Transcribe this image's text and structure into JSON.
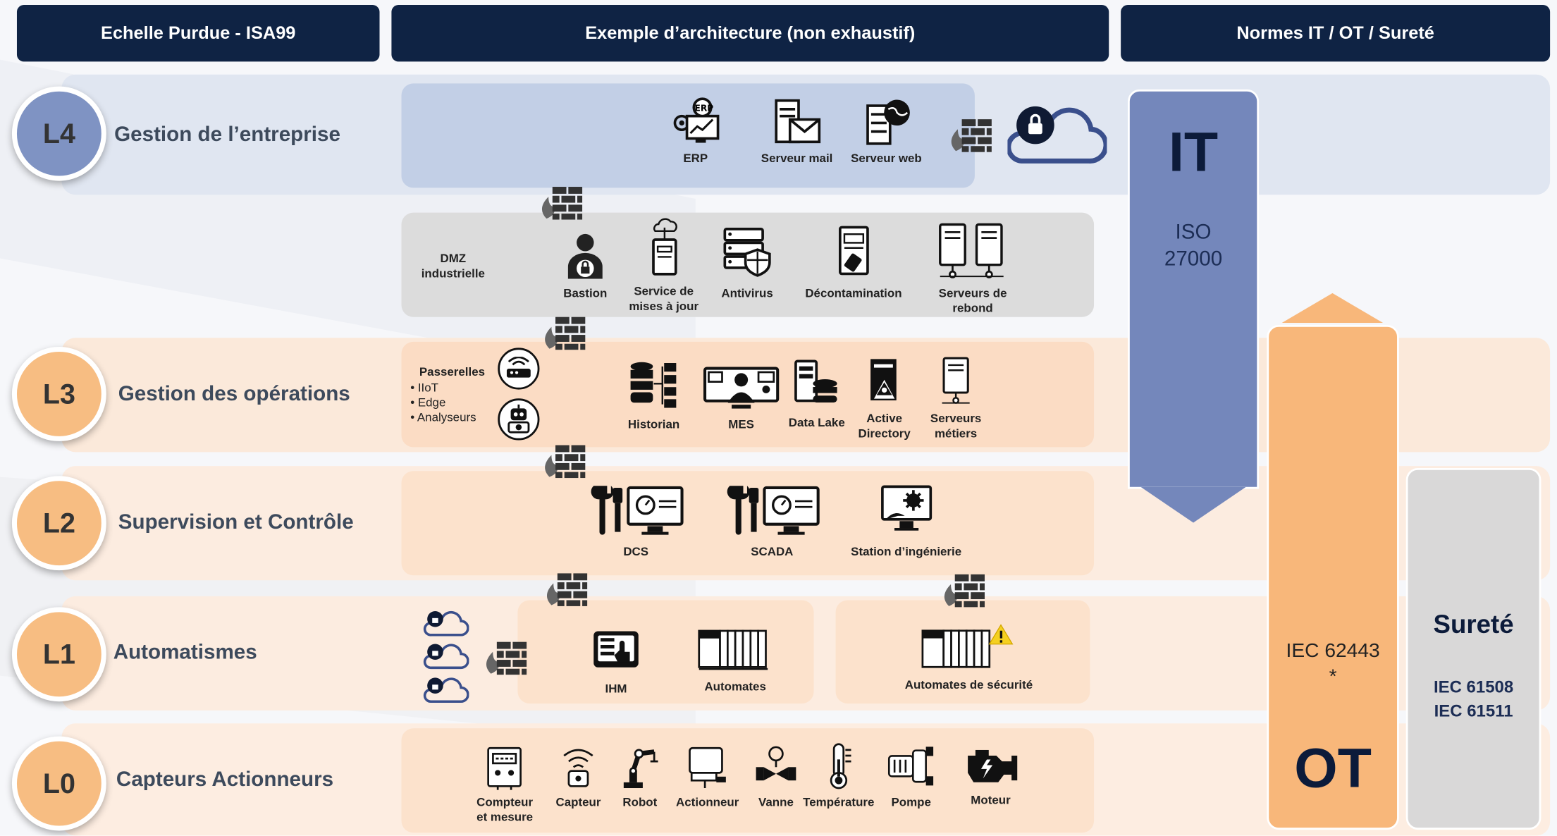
{
  "headers": {
    "purdue": "Echelle Purdue - ISA99",
    "architecture": "Exemple d’architecture (non exhaustif)",
    "normes": "Normes IT / OT / Sureté"
  },
  "levels": [
    {
      "code": "L4",
      "name": "Gestion de l’entreprise",
      "color": "#7f93c3"
    },
    {
      "code": "L3",
      "name": "Gestion des opérations",
      "color": "#f7bd82"
    },
    {
      "code": "L2",
      "name": "Supervision et Contrôle",
      "color": "#f7bd82"
    },
    {
      "code": "L1",
      "name": "Automatismes",
      "color": "#f7bd82"
    },
    {
      "code": "L0",
      "name": "Capteurs Actionneurs",
      "color": "#f7bd82"
    }
  ],
  "l4_items": {
    "erp": "ERP",
    "mail": "Serveur mail",
    "web": "Serveur web"
  },
  "dmz": {
    "title": "DMZ\nindustrielle",
    "bastion": "Bastion",
    "updates": "Service de\nmises à jour",
    "antivirus": "Antivirus",
    "decontamination": "Décontamination",
    "rebond": "Serveurs de\nrebond"
  },
  "l3": {
    "gateways_title": "Passerelles",
    "gateways": [
      "IIoT",
      "Edge",
      "Analyseurs"
    ],
    "historian": "Historian",
    "mes": "MES",
    "datalake": "Data Lake",
    "ad": "Active\nDirectory",
    "metiers": "Serveurs\nmétiers"
  },
  "l2": {
    "dcs": "DCS",
    "scada": "SCADA",
    "station": "Station d’ingénierie"
  },
  "l1": {
    "ihm": "IHM",
    "automates": "Automates",
    "safety": "Automates de sécurité"
  },
  "l0": {
    "compteur": "Compteur\net mesure",
    "capteur": "Capteur",
    "robot": "Robot",
    "actionneur": "Actionneur",
    "vanne": "Vanne",
    "temperature": "Température",
    "pompe": "Pompe",
    "moteur": "Moteur"
  },
  "normes": {
    "it_title": "IT",
    "it_standard": "ISO\n27000",
    "ot_standard": "IEC 62443\n*",
    "ot_title": "OT",
    "surete_title": "Sureté",
    "surete_standards": "IEC 61508\nIEC 61511"
  },
  "colors": {
    "header": "#0f2344",
    "it": "#7487bb",
    "ot": "#f8b77a",
    "surete": "#d9d8d8",
    "dmz": "#dcdcdc"
  }
}
